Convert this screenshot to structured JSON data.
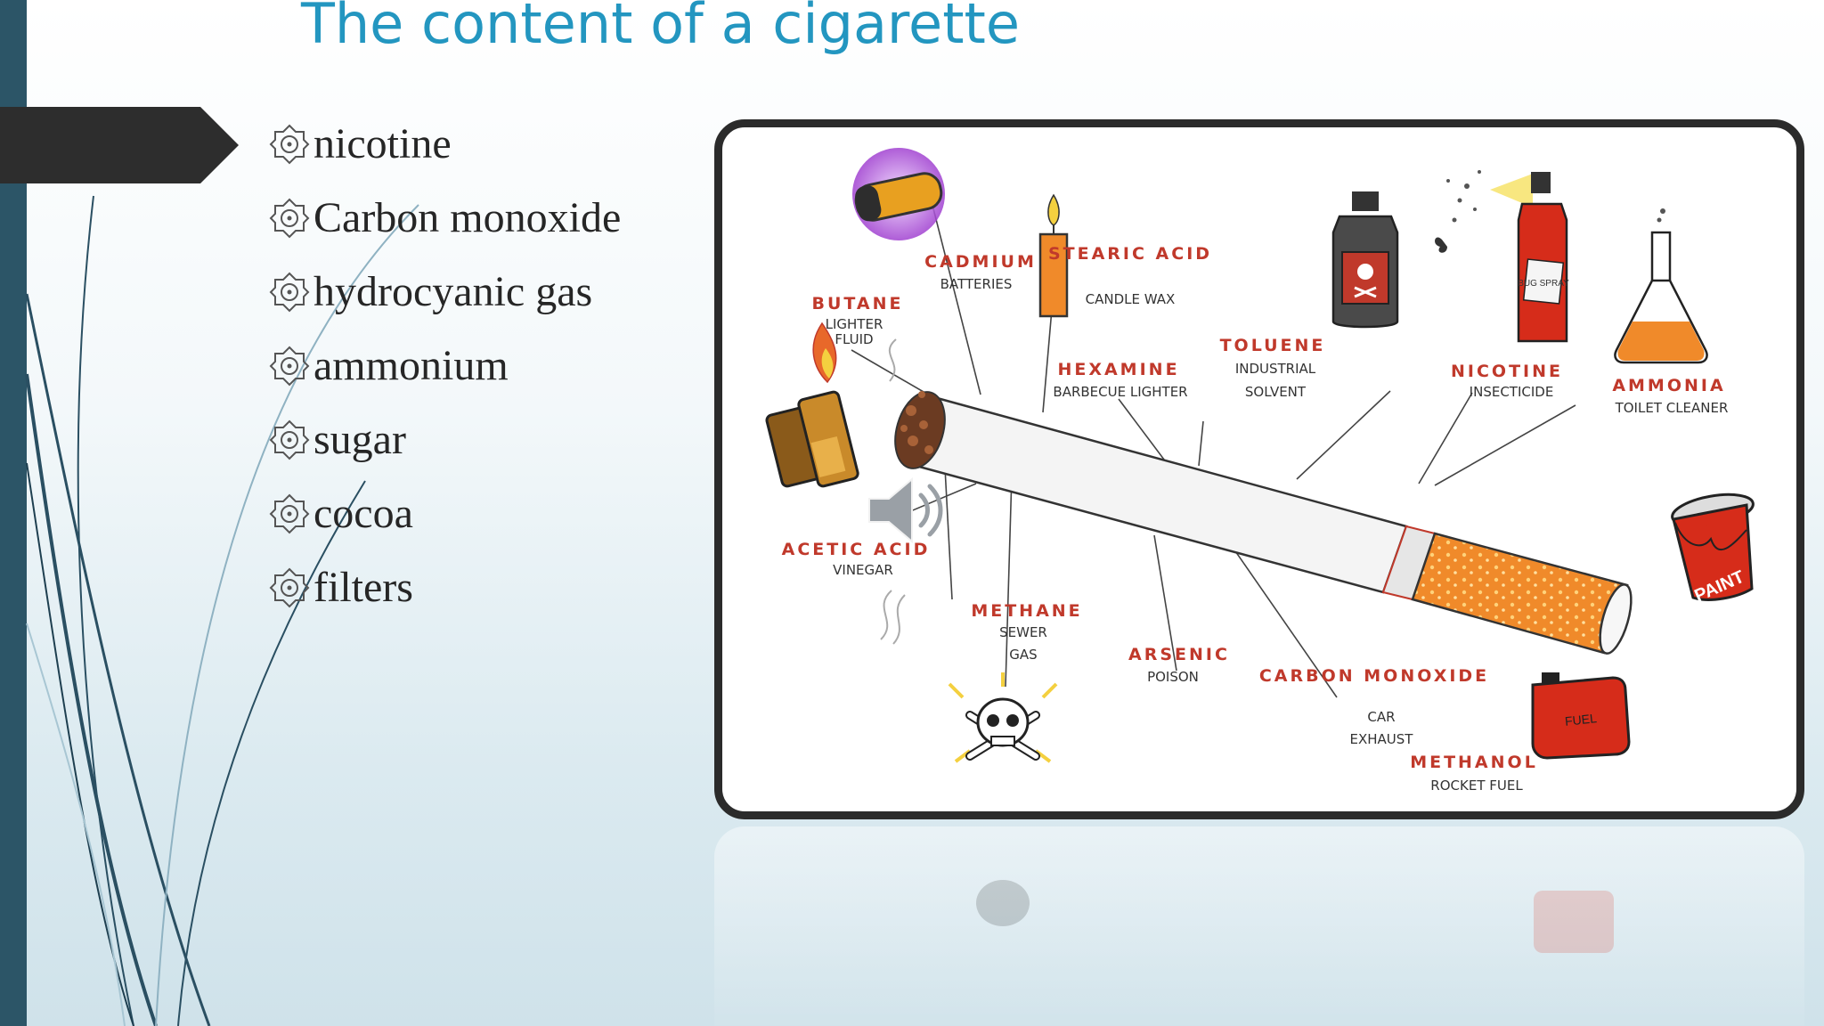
{
  "slide": {
    "title": "The content of a cigarette"
  },
  "bullets": [
    {
      "label": "nicotine"
    },
    {
      "label": "Carbon monoxide"
    },
    {
      "label": "hydrocyanic gas"
    },
    {
      "label": "ammonium"
    },
    {
      "label": "sugar"
    },
    {
      "label": "cocoa"
    },
    {
      "label": "filters"
    }
  ],
  "diagram": {
    "labels": [
      {
        "name": "CADMIUM",
        "sub": [
          "BATTERIES"
        ]
      },
      {
        "name": "STEARIC ACID",
        "sub": [
          "CANDLE WAX"
        ]
      },
      {
        "name": "BUTANE",
        "sub": [
          "LIGHTER",
          "FLUID"
        ]
      },
      {
        "name": "TOLUENE",
        "sub": [
          "INDUSTRIAL",
          "SOLVENT"
        ]
      },
      {
        "name": "HEXAMINE",
        "sub": [
          "BARBECUE LIGHTER"
        ]
      },
      {
        "name": "NICOTINE",
        "sub": [
          "INSECTICIDE"
        ]
      },
      {
        "name": "AMMONIA",
        "sub": [
          "TOILET CLEANER"
        ]
      },
      {
        "name": "ACETIC ACID",
        "sub": [
          "VINEGAR"
        ]
      },
      {
        "name": "METHANE",
        "sub": [
          "SEWER",
          "GAS"
        ]
      },
      {
        "name": "ARSENIC",
        "sub": [
          "POISON"
        ]
      },
      {
        "name": "CARBON MONOXIDE",
        "sub": [
          "CAR",
          "EXHAUST"
        ]
      },
      {
        "name": "METHANOL",
        "sub": [
          "ROCKET FUEL"
        ]
      }
    ],
    "product_text": {
      "bug_spray": "BUG SPRAY",
      "paint": "PAINT",
      "fuel_can": "FUEL"
    }
  },
  "colors": {
    "title": "#2396c0",
    "left_bar": "#2c5567",
    "label_red": "#c0392b",
    "sub_text": "#333333",
    "frame": "#2b2b2b"
  },
  "icons": [
    "bullet-star-icon",
    "speaker-icon",
    "battery-icon",
    "candle-icon",
    "poison-bottle-icon",
    "bug-spray-icon",
    "flask-icon",
    "lighter-icon",
    "paint-can-icon",
    "skull-crossbones-icon",
    "fuel-can-icon"
  ]
}
